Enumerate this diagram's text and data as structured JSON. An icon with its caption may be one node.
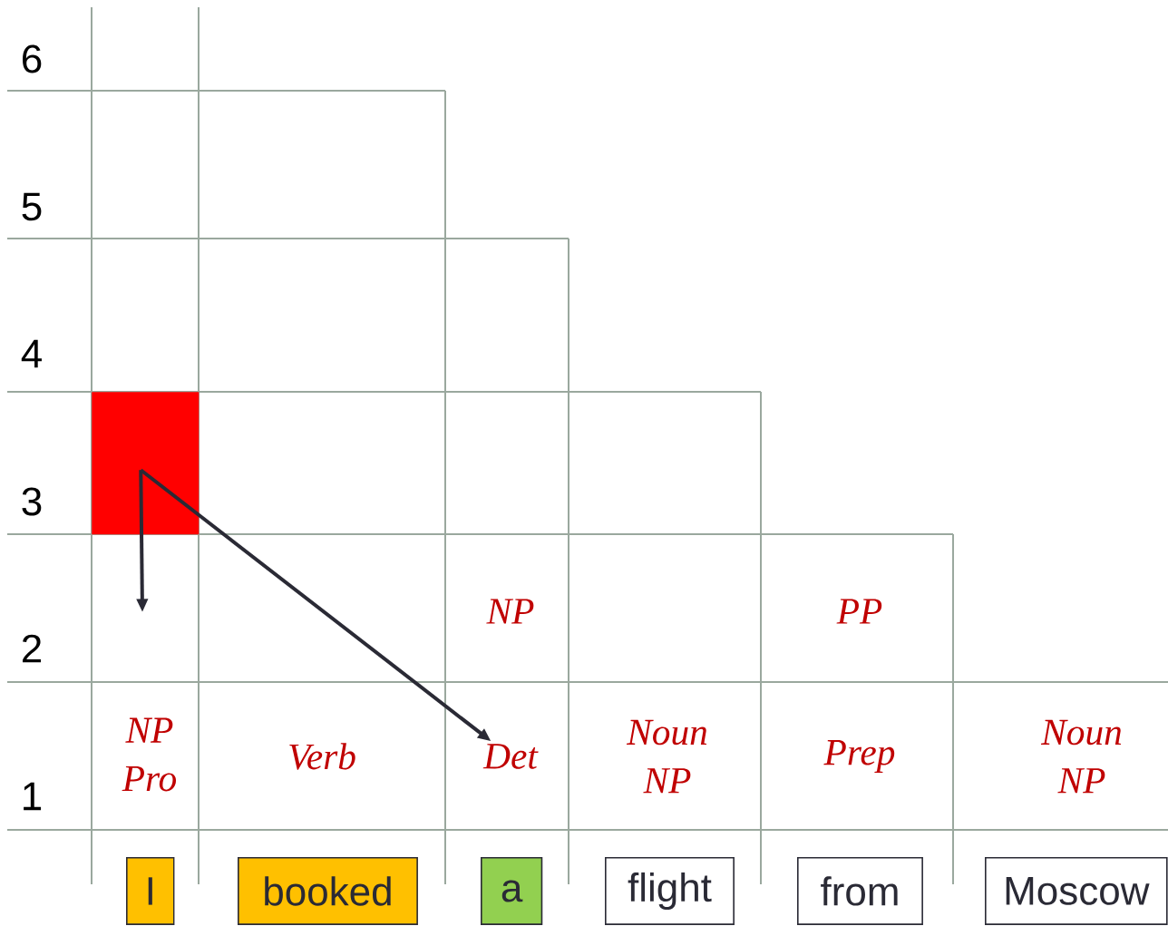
{
  "diagram": {
    "nodes": [
      {
        "text": [],
        "shape": "box"
      },
      {
        "text": [
          "NP"
        ]
      },
      {
        "text": [
          "PP"
        ]
      },
      {
        "text": [
          "NP",
          "Pro"
        ]
      },
      {
        "text": [
          "Verb"
        ]
      },
      {
        "text": [
          "Det"
        ]
      },
      {
        "text": [
          "Noun",
          "NP"
        ]
      },
      {
        "text": [
          "Prep"
        ]
      },
      {
        "text": [
          "Noun",
          "NP"
        ]
      },
      {
        "text": [
          "I"
        ]
      },
      {
        "text": [
          "booked"
        ]
      },
      {
        "text": [
          "a"
        ]
      },
      {
        "text": [
          "flight"
        ]
      },
      {
        "text": [
          "from"
        ]
      },
      {
        "text": [
          "Moscow"
        ]
      }
    ],
    "edges": [
      {
        "from": 0,
        "to": null,
        "arrow": "to"
      },
      {
        "from": 0,
        "to": 5,
        "arrow": "to"
      }
    ],
    "labels": [
      "6",
      "5",
      "4",
      "3",
      "2",
      "1"
    ]
  }
}
